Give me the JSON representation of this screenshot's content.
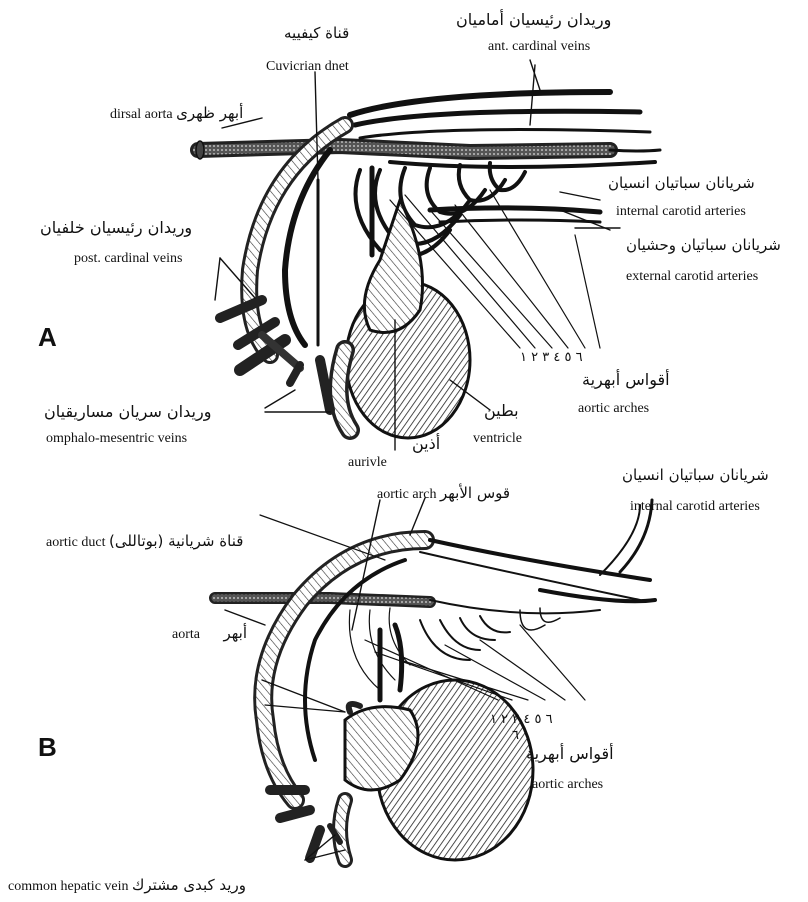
{
  "panels": {
    "a": "A",
    "b": "B"
  },
  "labels": {
    "ant_cardinal_ar": "وريدان رئيسيان أماميان",
    "ant_cardinal_en": "ant. cardinal veins",
    "cuvier_ar": "قناة كيفييه",
    "cuvier_en": "Cuvicrian dnet",
    "dorsal_aorta_en": "dirsal aorta",
    "dorsal_aorta_ar": "أبهر ظهرى",
    "int_carotid_a_ar": "شريانان سباتيان انسيان",
    "int_carotid_a_en": "internal carotid arteries",
    "post_cardinal_ar": "وريدان رئيسيان خلفيان",
    "post_cardinal_en": "post. cardinal veins",
    "ext_carotid_ar": "شريانان سباتيان وحشيان",
    "ext_carotid_en": "external carotid arteries",
    "numbers_a": "٦ ٥ ٤ ٣ ٢ ١",
    "aortic_arches_a_ar": "أقواس أبهرية",
    "aortic_arches_a_en": "aortic arches",
    "omphalo_ar": "وريدان سريان مساريقيان",
    "omphalo_en": "omphalo-mesentric veins",
    "ventricle_ar": "بطين",
    "ventricle_en": "ventricle",
    "auricle_ar": "أذين",
    "auricle_en": "aurivle",
    "int_carotid_b_ar": "شريانان سباتيان انسيان",
    "int_carotid_b_en": "internal carotid arteries",
    "aortic_arch_en": "aortic arch",
    "aortic_arch_ar": "قوس الأبهر",
    "aortic_duct_en": "aortic duct",
    "aortic_duct_ar": "قناة شريانية (بوتاللى)",
    "aorta_en": "aorta",
    "aorta_ar": "أبهر",
    "numbers_b": "٦ ٥ ٤ ٣ ٢ ١",
    "number_b_6": "٦",
    "aortic_arches_b_ar": "أقواس أبهرية",
    "aortic_arches_b_en": "aortic arches",
    "hepatic_en": "common hepatic vein",
    "hepatic_ar": "وريد كبدى مشترك"
  }
}
